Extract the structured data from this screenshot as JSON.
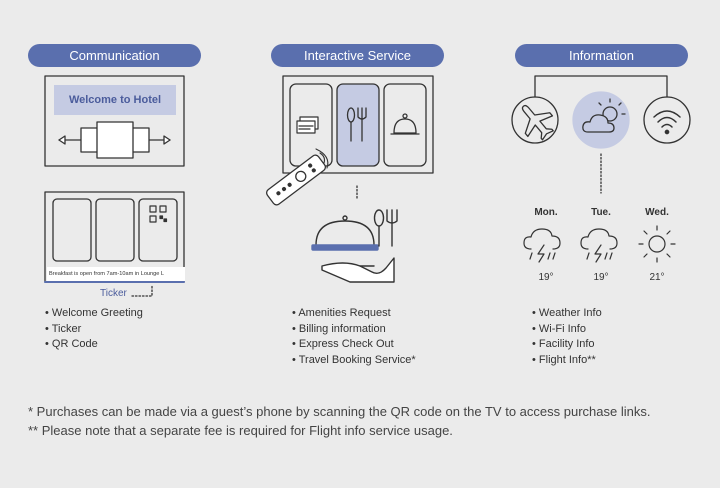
{
  "sections": {
    "communication": {
      "title": "Communication",
      "screen_text": "Welcome to Hotel",
      "ticker_text": "Breakfast is open from 7am-10am in Lounge L",
      "ticker_label": "Ticker",
      "bullets": [
        "Welcome Greeting",
        "Ticker",
        "QR Code"
      ]
    },
    "interactive": {
      "title": "Interactive Service",
      "bullets": [
        "Amenities Request",
        "Billing information",
        "Express Check Out",
        "Travel Booking Service*"
      ]
    },
    "information": {
      "title": "Information",
      "days": [
        {
          "day": "Mon.",
          "temp": "19°",
          "icon": "thunderstorm-icon"
        },
        {
          "day": "Tue.",
          "temp": "19°",
          "icon": "thunderstorm-icon"
        },
        {
          "day": "Wed.",
          "temp": "21°",
          "icon": "sun-icon"
        }
      ],
      "bullets": [
        "Weather Info",
        "Wi-Fi Info",
        "Facility Info",
        "Flight Info**"
      ]
    }
  },
  "footnotes": [
    "* Purchases can be made via a guest’s phone by scanning the QR code on the TV to access purchase links.",
    "** Please note that a separate fee is required for Flight info service usage."
  ],
  "colors": {
    "accent": "#5a6fae",
    "highlight": "#c5cbe3",
    "background": "#ebebeb",
    "line": "#333333"
  }
}
